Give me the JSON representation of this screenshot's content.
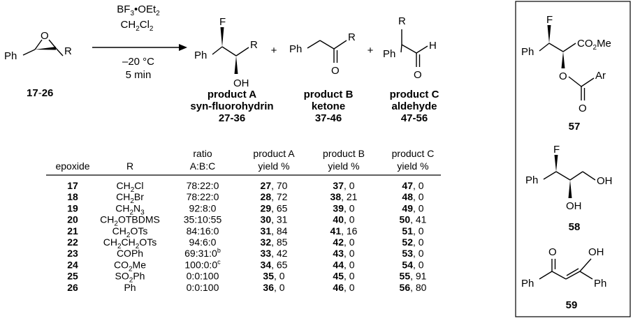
{
  "scheme": {
    "reactant": {
      "label_start": "17",
      "label_sep": "-",
      "label_end": "26",
      "atom_o": "O",
      "group_r": "R",
      "group_ph": "Ph"
    },
    "reagents": {
      "reagent_1": "BF",
      "reagent_1_sub": "3",
      "reagent_1_dot": "•OEt",
      "reagent_1_sub2": "2",
      "solvent": "CH",
      "solvent_sub1": "2",
      "solvent_cl": "Cl",
      "solvent_sub2": "2",
      "temperature": "–20 °C",
      "time": "5 min"
    },
    "plus": "+",
    "product_a": {
      "name": "product A",
      "type": "syn-fluorohydrin",
      "range": "27-36",
      "atom_f": "F",
      "group_oh": "OH",
      "group_r": "R",
      "group_ph": "Ph"
    },
    "product_b": {
      "name": "product B",
      "type": "ketone",
      "range": "37-46",
      "atom_o": "O",
      "group_r": "R",
      "group_ph": "Ph"
    },
    "product_c": {
      "name": "product C",
      "type": "aldehyde",
      "range": "47-56",
      "atom_o": "O",
      "atom_h": "H",
      "group_r": "R",
      "group_ph": "Ph"
    }
  },
  "table": {
    "headers": {
      "epoxide": "epoxide",
      "r": "R",
      "ratio_1": "ratio",
      "ratio_2": "A:B:C",
      "a_1": "product A",
      "a_2": "yield %",
      "b_1": "product B",
      "b_2": "yield %",
      "c_1": "product C",
      "c_2": "yield %"
    },
    "rows": [
      {
        "epoxide": "17",
        "r": [
          [
            "CH",
            ""
          ],
          [
            "2",
            "sub"
          ],
          [
            "Cl",
            ""
          ]
        ],
        "ratio": "78:22:0",
        "ratio_sup": "",
        "a_id": "27",
        "a_yield": ", 70",
        "b_id": "37",
        "b_yield": ", 0",
        "c_id": "47",
        "c_yield": ", 0"
      },
      {
        "epoxide": "18",
        "r": [
          [
            "CH",
            ""
          ],
          [
            "2",
            "sub"
          ],
          [
            "Br",
            ""
          ]
        ],
        "ratio": "78:22:0",
        "ratio_sup": "",
        "a_id": "28",
        "a_yield": ", 72",
        "b_id": "38",
        "b_yield": ", 21",
        "c_id": "48",
        "c_yield": ", 0"
      },
      {
        "epoxide": "19",
        "r": [
          [
            "CH",
            ""
          ],
          [
            "2",
            "sub"
          ],
          [
            "N",
            ""
          ],
          [
            "3",
            "sub"
          ]
        ],
        "ratio": "92:8:0",
        "ratio_sup": "",
        "a_id": "29",
        "a_yield": ", 65",
        "b_id": "39",
        "b_yield": ", 0",
        "c_id": "49",
        "c_yield": ", 0"
      },
      {
        "epoxide": "20",
        "r": [
          [
            "CH",
            ""
          ],
          [
            "2",
            "sub"
          ],
          [
            "OTBDMS",
            ""
          ]
        ],
        "ratio": "35:10:55",
        "ratio_sup": "",
        "a_id": "30",
        "a_yield": ", 31",
        "b_id": "40",
        "b_yield": ", 0",
        "c_id": "50",
        "c_yield": ", 41"
      },
      {
        "epoxide": "21",
        "r": [
          [
            "CH",
            ""
          ],
          [
            "2",
            "sub"
          ],
          [
            "OTs",
            ""
          ]
        ],
        "ratio": "84:16:0",
        "ratio_sup": "",
        "a_id": "31",
        "a_yield": ", 84",
        "b_id": "41",
        "b_yield": ", 16",
        "c_id": "51",
        "c_yield": ", 0"
      },
      {
        "epoxide": "22",
        "r": [
          [
            "CH",
            ""
          ],
          [
            "2",
            "sub"
          ],
          [
            "CH",
            ""
          ],
          [
            "2",
            "sub"
          ],
          [
            "OTs",
            ""
          ]
        ],
        "ratio": "94:6:0",
        "ratio_sup": "",
        "a_id": "32",
        "a_yield": ", 85",
        "b_id": "42",
        "b_yield": ", 0",
        "c_id": "52",
        "c_yield": ", 0"
      },
      {
        "epoxide": "23",
        "r": [
          [
            "COPh",
            ""
          ]
        ],
        "ratio": "69:31:0",
        "ratio_sup": "b",
        "a_id": "33",
        "a_yield": ", 42",
        "b_id": "43",
        "b_yield": ", 0",
        "c_id": "53",
        "c_yield": ", 0"
      },
      {
        "epoxide": "24",
        "r": [
          [
            "CO",
            ""
          ],
          [
            "2",
            "sub"
          ],
          [
            "Me",
            ""
          ]
        ],
        "ratio": "100:0:0",
        "ratio_sup": "c",
        "a_id": "34",
        "a_yield": ", 65",
        "b_id": "44",
        "b_yield": ", 0",
        "c_id": "54",
        "c_yield": ", 0"
      },
      {
        "epoxide": "25",
        "r": [
          [
            "SO",
            ""
          ],
          [
            "2",
            "sub"
          ],
          [
            "Ph",
            ""
          ]
        ],
        "ratio": "0:0:100",
        "ratio_sup": "",
        "a_id": "35",
        "a_yield": ", 0",
        "b_id": "45",
        "b_yield": ", 0",
        "c_id": "55",
        "c_yield": ", 91"
      },
      {
        "epoxide": "26",
        "r": [
          [
            "Ph",
            ""
          ]
        ],
        "ratio": "0:0:100",
        "ratio_sup": "",
        "a_id": "36",
        "a_yield": ", 0",
        "b_id": "46",
        "b_yield": ", 0",
        "c_id": "56",
        "c_yield": ", 80"
      }
    ]
  },
  "side_panel": {
    "compound_57": {
      "label": "57",
      "atom_f": "F",
      "group_ph": "Ph",
      "group_co2me_1": "CO",
      "group_co2me_sub": "2",
      "group_co2me_2": "Me",
      "atom_o_ester": "O",
      "atom_o_carbonyl": "O",
      "group_ar": "Ar"
    },
    "compound_58": {
      "label": "58",
      "atom_f": "F",
      "group_ph": "Ph",
      "group_oh_1": "OH",
      "group_oh_2": "OH"
    },
    "compound_59": {
      "label": "59",
      "atom_o": "O",
      "group_oh": "OH",
      "group_ph_1": "Ph",
      "group_ph_2": "Ph"
    }
  }
}
